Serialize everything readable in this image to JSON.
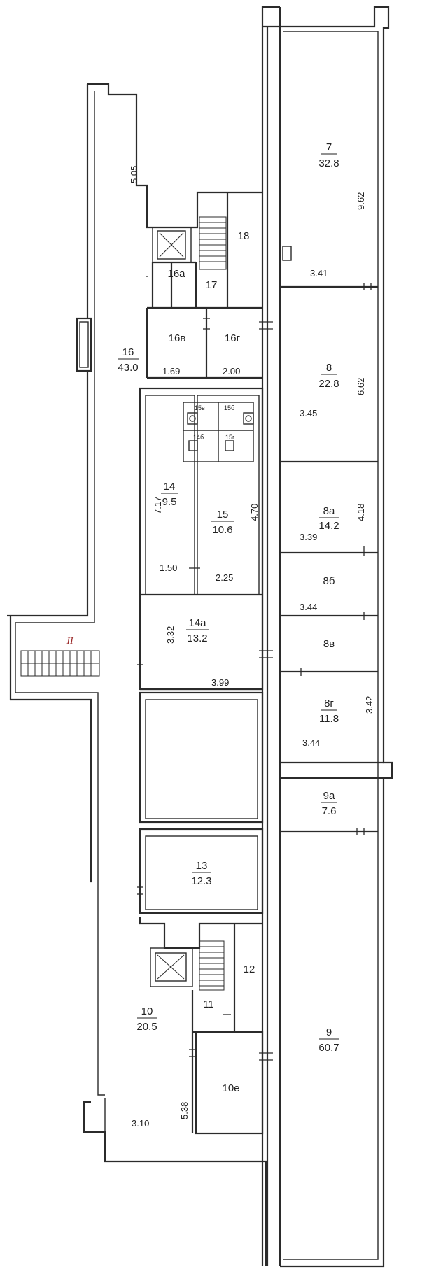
{
  "rooms": [
    {
      "id": "r7",
      "number": "7",
      "area": "32.8"
    },
    {
      "id": "r8",
      "number": "8",
      "area": "22.8"
    },
    {
      "id": "r8a",
      "number": "8а",
      "area": "14.2"
    },
    {
      "id": "r8b",
      "number": "8б",
      "area": ""
    },
    {
      "id": "r8v",
      "number": "8в",
      "area": ""
    },
    {
      "id": "r8g",
      "number": "8г",
      "area": "11.8"
    },
    {
      "id": "r9a",
      "number": "9а",
      "area": "7.6"
    },
    {
      "id": "r9",
      "number": "9",
      "area": "60.7"
    },
    {
      "id": "r10",
      "number": "10",
      "area": "20.5"
    },
    {
      "id": "r10e",
      "number": "10е",
      "area": ""
    },
    {
      "id": "r11",
      "number": "11",
      "area": ""
    },
    {
      "id": "r12",
      "number": "12",
      "area": ""
    },
    {
      "id": "r13",
      "number": "13",
      "area": "12.3"
    },
    {
      "id": "r14",
      "number": "14",
      "area": "9.5"
    },
    {
      "id": "r14a",
      "number": "14а",
      "area": "13.2"
    },
    {
      "id": "r15",
      "number": "15",
      "area": "10.6"
    },
    {
      "id": "r16",
      "number": "16",
      "area": "43.0"
    },
    {
      "id": "r16a",
      "number": "16а",
      "area": ""
    },
    {
      "id": "r16v",
      "number": "16в",
      "area": ""
    },
    {
      "id": "r16g",
      "number": "16г",
      "area": ""
    },
    {
      "id": "r17",
      "number": "17",
      "area": ""
    },
    {
      "id": "r18",
      "number": "18",
      "area": ""
    },
    {
      "id": "r15v",
      "number": "15в",
      "area": ""
    },
    {
      "id": "r15b",
      "number": "15б",
      "area": ""
    },
    {
      "id": "r14b",
      "number": "14б",
      "area": ""
    },
    {
      "id": "r15r",
      "number": "15г",
      "area": ""
    }
  ],
  "dimensions": [
    "5.05",
    "9.62",
    "3.41",
    "6.62",
    "3.45",
    "1.69",
    "2.00",
    "4.18",
    "3.39",
    "7.17",
    "4.70",
    "1.50",
    "2.25",
    "3.44",
    "3.32",
    "3.99",
    "3.42",
    "3.44",
    "5.38",
    "3.10"
  ],
  "stair_marker": "II"
}
